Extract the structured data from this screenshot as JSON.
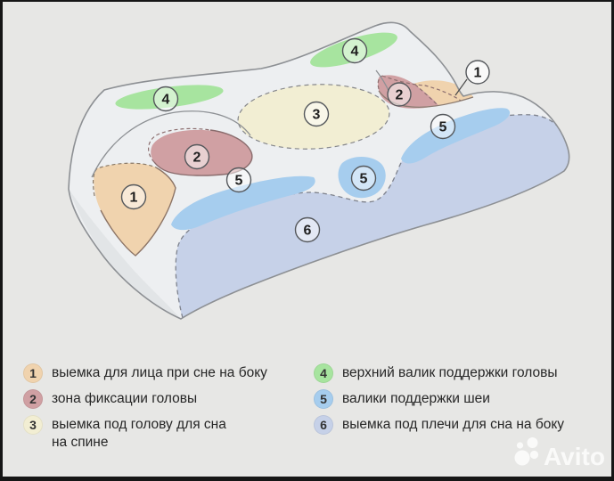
{
  "palette": {
    "background": "#e7e7e5",
    "outline": "#8d9094",
    "zone1": "#f0d3ae",
    "zone2": "#d0a0a3",
    "zone3": "#f2eed3",
    "zone4": "#a7e49f",
    "zone5": "#a6cdee",
    "zone6": "#c6d1e8"
  },
  "diagram": {
    "markers": [
      {
        "zone": "face-recess-left",
        "number": "1"
      },
      {
        "zone": "face-recess-right",
        "number": "1"
      },
      {
        "zone": "head-fixation-left",
        "number": "2"
      },
      {
        "zone": "head-fixation-right",
        "number": "2"
      },
      {
        "zone": "back-sleep-recess",
        "number": "3"
      },
      {
        "zone": "upper-head-roll-left",
        "number": "4"
      },
      {
        "zone": "upper-head-roll-top",
        "number": "4"
      },
      {
        "zone": "neck-roll-left",
        "number": "5"
      },
      {
        "zone": "neck-roll-center",
        "number": "5"
      },
      {
        "zone": "neck-roll-right",
        "number": "5"
      },
      {
        "zone": "shoulder-recess",
        "number": "6"
      }
    ]
  },
  "legend": {
    "items": [
      {
        "number": "1",
        "label": "выемка для лица при сне на боку"
      },
      {
        "number": "2",
        "label": "зона фиксации головы"
      },
      {
        "number": "3",
        "label": "выемка под голову для сна\nна спине"
      },
      {
        "number": "4",
        "label": "верхний валик поддержки головы"
      },
      {
        "number": "5",
        "label": "валики поддержки шеи"
      },
      {
        "number": "6",
        "label": "выемка под плечи для сна на боку"
      }
    ]
  },
  "watermark": {
    "text": "Avito"
  }
}
